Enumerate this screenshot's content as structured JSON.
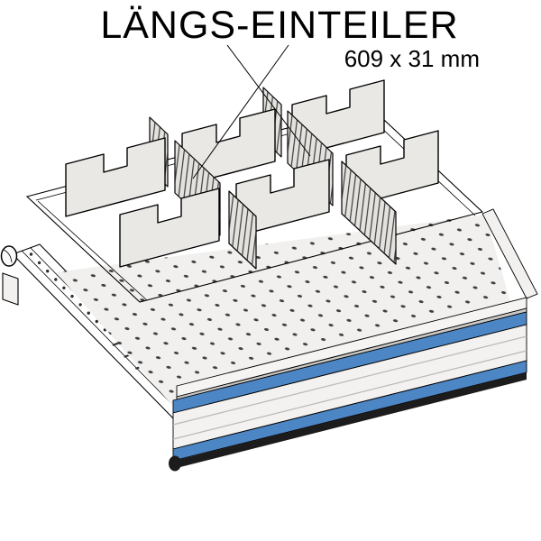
{
  "header": {
    "title": "LÄNGS-EINTEILER",
    "dimension_label": "609 x 31 mm"
  },
  "colors": {
    "accent_blue": "#4d86c4",
    "panel_fill": "#e9e8e4",
    "wall_fill": "#e4e2de",
    "floor_fill": "#f1f0ee"
  },
  "illustration": {
    "name": "isometric line drawing of a drawer with longitudinal divider walls",
    "divider_panels_visible": 6,
    "slotted_cross_walls_visible": 3
  }
}
